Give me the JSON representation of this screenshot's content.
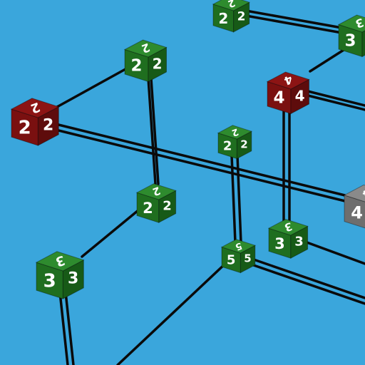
{
  "background": "#3aa6dc",
  "colors": {
    "green_top": "#2e8b2e",
    "green_left": "#1f6e1f",
    "green_right": "#175a17",
    "red_top": "#8c1414",
    "red_left": "#7a1010",
    "red_right": "#5e0c0c",
    "gray_top": "#8a8a8a",
    "gray_left": "#6e6e6e",
    "gray_right": "#5a5a5a",
    "link": "#0a0a0a"
  },
  "cubes": [
    {
      "id": "a",
      "value": "2",
      "color": "green"
    },
    {
      "id": "b",
      "value": "3",
      "color": "green"
    },
    {
      "id": "c",
      "value": "2",
      "color": "green"
    },
    {
      "id": "d",
      "value": "2",
      "color": "red"
    },
    {
      "id": "e",
      "value": "4",
      "color": "red"
    },
    {
      "id": "f",
      "value": "2",
      "color": "green"
    },
    {
      "id": "g",
      "value": "2",
      "color": "green"
    },
    {
      "id": "h",
      "value": "5",
      "color": "green"
    },
    {
      "id": "i",
      "value": "3",
      "color": "green"
    },
    {
      "id": "j",
      "value": "3",
      "color": "green"
    },
    {
      "id": "k",
      "value": "4",
      "color": "gray"
    }
  ]
}
